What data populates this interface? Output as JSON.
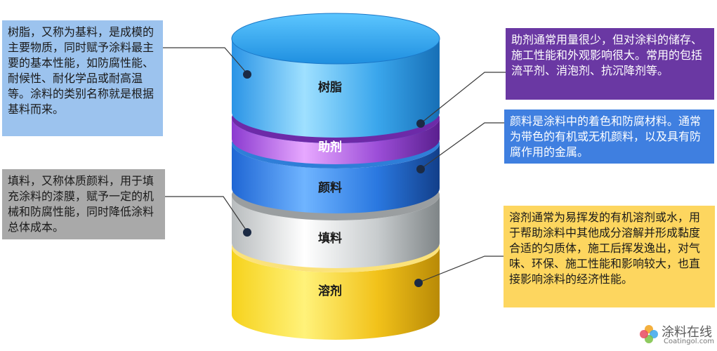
{
  "layers": {
    "resin": "树脂",
    "additive": "助剂",
    "pigment": "颜料",
    "filler": "填料",
    "solvent": "溶剂"
  },
  "descriptions": {
    "resin": "树脂，又称为基料，是成模的主要物质，同时赋予涂料最主要的基本性能，如防腐性能、耐候性、耐化学品或耐高温等。涂料的类别名称就是根据基料而来。",
    "additive": "助剂通常用量很少，但对涂料的储存、施工性能和外观影响很大。常用的包括流平剂、消泡剂、抗沉降剂等。",
    "pigment": "颜料是涂料中的着色和防腐材料。通常为带色的有机或无机颜料，以及具有防腐作用的金属。",
    "filler": "填料，又称体质颜料，用于填充涂料的漆膜，赋予一定的机械和防腐性能，同时降低涂料总体成本。",
    "solvent": "溶剂通常为易挥发的有机溶剂或水，用于帮助涂料中其他成分溶解并形成黏度合适的匀质体，施工后挥发逸出，对气味、环保、施工性能和影响较大，也直接影响涂料的经济性能。"
  },
  "logo": {
    "name": "涂料在线",
    "site": "Coatingol.com"
  },
  "colors": {
    "resin": "#3aa6ec",
    "additive": "#a050d8",
    "pigment": "#2a78e0",
    "filler": "#c4c8ca",
    "solvent": "#f2c61c"
  }
}
